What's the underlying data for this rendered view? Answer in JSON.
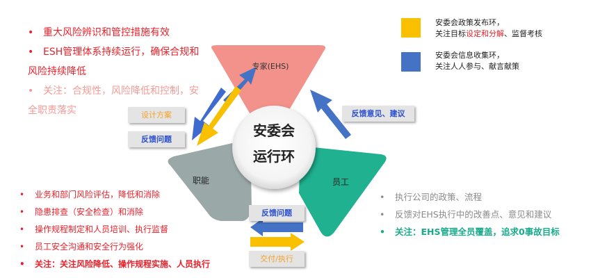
{
  "diagram": {
    "center": {
      "line1": "安委会",
      "line2": "运行环"
    },
    "nodes": {
      "expert": "专家(EHS)",
      "function": "职能",
      "staff": "员工"
    },
    "arrow_labels": {
      "design": "设计方案",
      "feedback_left": "反馈问题",
      "feedback_right": "反馈意见、建议",
      "feedback_bottom": "反馈问题",
      "deliver": "交付/执行"
    }
  },
  "legend": {
    "policy_line1": "安委会政策发布环，",
    "policy_line2a": "关注目标",
    "policy_line2b": "设定和分解",
    "policy_line2c": "、监督考核",
    "info_line1": "安委会信息收集环，",
    "info_line2": "关注人人参与、献言献策",
    "colors": {
      "policy": "#f9c000",
      "info": "#4472c4"
    }
  },
  "top_left": [
    "重大风险辨识和管控措施有效",
    "ESH管理体系持续运行，确保合规和",
    "风险持续降低",
    "关注：合规性，风险降低和控制，安",
    "全职责落实"
  ],
  "bottom_left": [
    "业务和部门风险评估，降低和消除",
    "隐患排查（安全检查）和消除",
    "操作规程制定和人员培训、执行监督",
    "员工安全沟通和安全行为强化",
    "关注：关注风险降低、操作规程实施、人员执行"
  ],
  "right_list": [
    "执行公司的政策、流程",
    "反馈对EHS执行中的改善点、意见和建议",
    "关注：EHS管理全员覆盖，追求0事故目标"
  ]
}
